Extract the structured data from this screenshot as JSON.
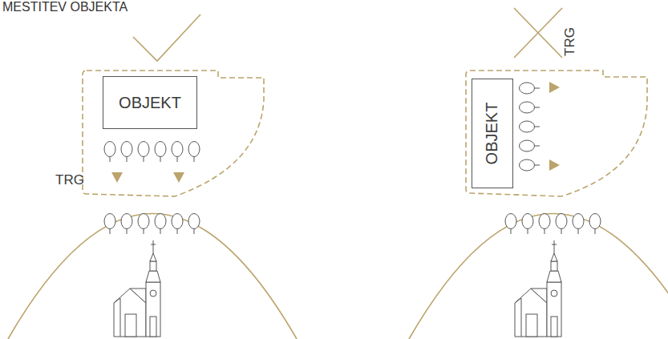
{
  "diagram": {
    "title": "MESTITEV OBJEKTA",
    "nodes": [
      {
        "text": [
          "TRG"
        ]
      },
      {
        "text": [
          "OBJEKT"
        ],
        "in": 0
      },
      {
        "text": [
          "TRG"
        ]
      },
      {
        "text": [
          "OBJEKT"
        ],
        "in": 2
      }
    ]
  }
}
